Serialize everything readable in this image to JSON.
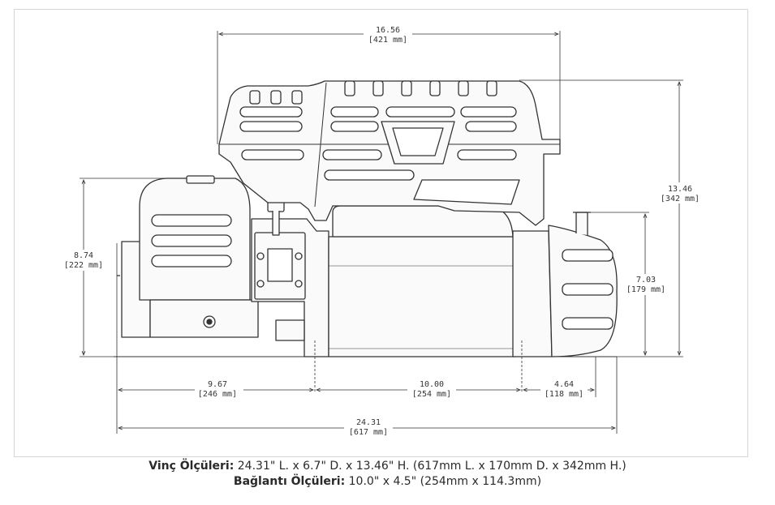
{
  "dimensions": {
    "overall_width": {
      "inches": "16.56",
      "mm": "[421 mm]"
    },
    "overall_height": {
      "inches": "13.46",
      "mm": "[342 mm]"
    },
    "motor_height": {
      "inches": "8.74",
      "mm": "[222 mm]"
    },
    "drum_height": {
      "inches": "7.03",
      "mm": "[179 mm]"
    },
    "left_offset": {
      "inches": "9.67",
      "mm": "[246 mm]"
    },
    "mount_spacing": {
      "inches": "10.00",
      "mm": "[254 mm]"
    },
    "right_offset": {
      "inches": "4.64",
      "mm": "[118 mm]"
    },
    "overall_length": {
      "inches": "24.31",
      "mm": "[617 mm]"
    }
  },
  "caption": {
    "winch_label": "Vinç Ölçüleri:",
    "winch_value": " 24.31\" L. x 6.7\" D. x 13.46\" H. (617mm L. x 170mm D. x 342mm H.)",
    "mount_label": "Bağlantı Ölçüleri:",
    "mount_value": " 10.0\" x 4.5\" (254mm x 114.3mm)"
  }
}
